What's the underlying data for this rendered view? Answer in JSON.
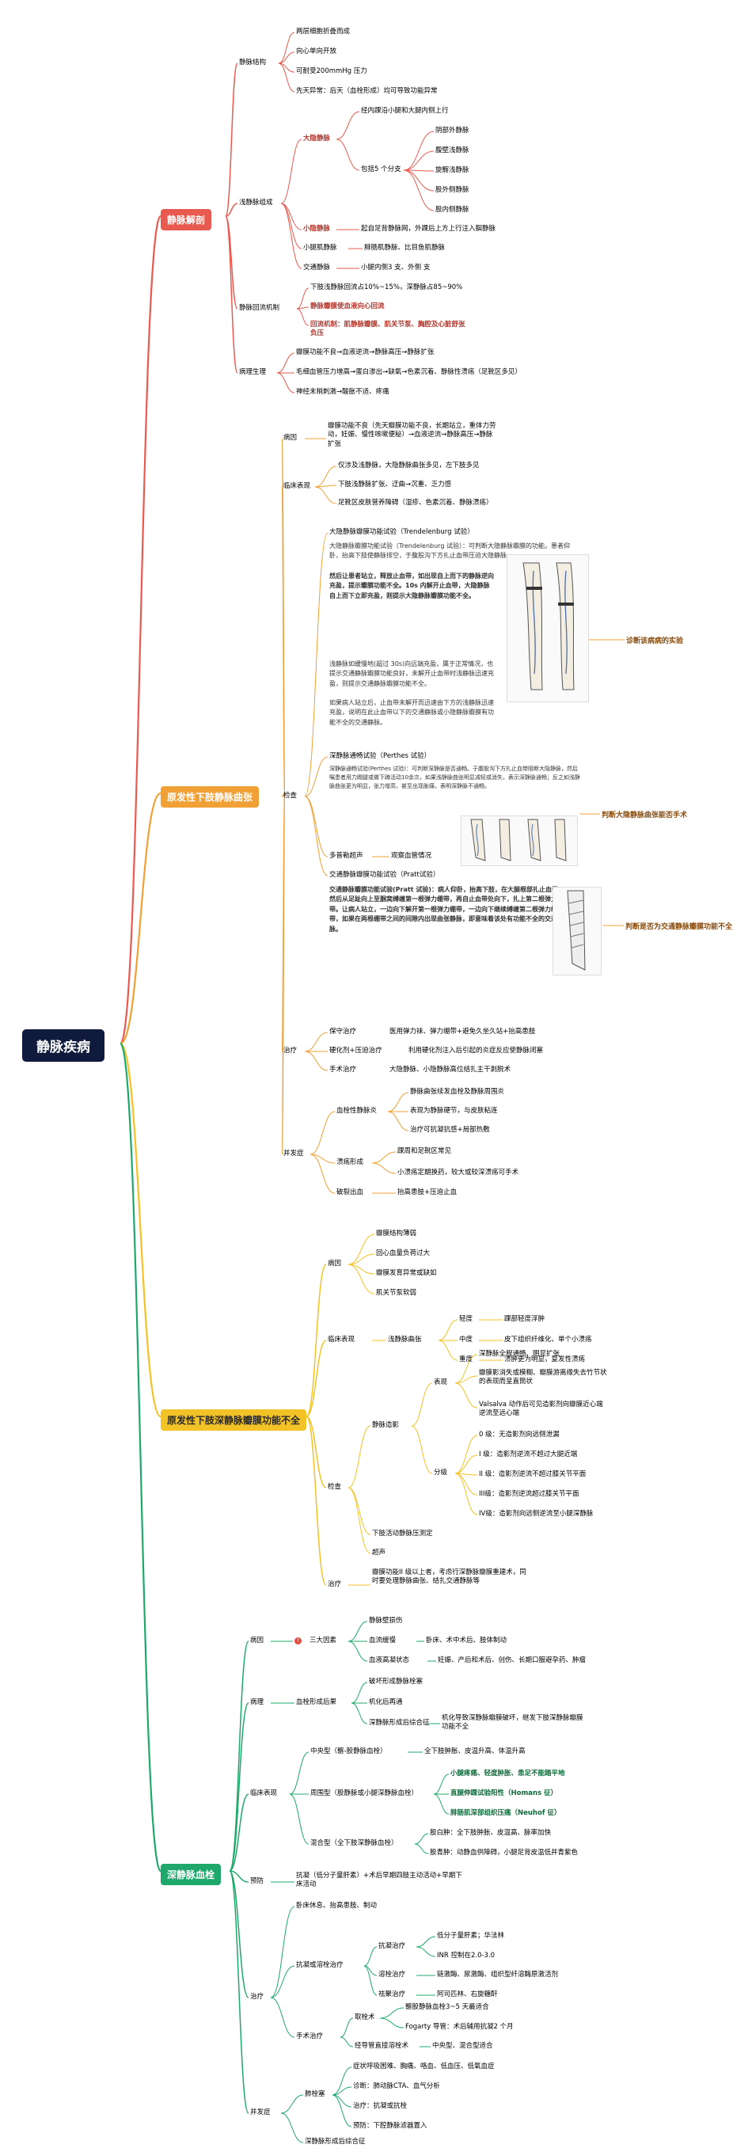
{
  "root": "静脉疾病",
  "colors": {
    "anatomy": "#e85a4f",
    "primary": "#f0a035",
    "valve": "#f3c227",
    "dvt": "#1ea86b"
  },
  "anatomy": {
    "title": "静脉解剖",
    "structure": {
      "label": "静脉结构",
      "items": [
        "两层细胞折叠而成",
        "向心单向开放",
        "可耐受200mmHg 压力",
        "先天异常：后天（血栓形成）均可导致功能异常"
      ]
    },
    "superficial": {
      "label": "浅静脉组成",
      "gsv": {
        "label": "大隐静脉",
        "route": "经内踝沿小腿和大腿内侧上行",
        "branch_label": "包括5 个分支",
        "branches": [
          "阴部外静脉",
          "腹壁浅静脉",
          "旋髂浅静脉",
          "股外侧静脉",
          "股内侧静脉"
        ]
      },
      "ssv": {
        "label": "小隐静脉",
        "desc": "起自足背静脉网，外踝后上方上行注入腘静脉"
      },
      "calf": {
        "label": "小腿肌静脉",
        "desc": "腓肠肌静脉、比目鱼肌静脉"
      },
      "perforator": {
        "label": "交通静脉",
        "desc": "小腿内侧3 支、外侧 支"
      }
    },
    "return": {
      "label": "静脉回流机制",
      "items": [
        "下肢浅静脉回流占10%~15%，深静脉占85~90%",
        "静脉瓣膜使血液向心回流",
        "回流机制：肌静脉瓣膜、肌关节泵、胸腔及心脏舒张负压"
      ]
    },
    "patho": {
      "label": "病理生理",
      "items": [
        "瓣膜功能不良→血液逆流→静脉高压→静脉扩张",
        "毛细血管压力增高→蛋白渗出→缺氧→色素沉着、静脉性溃疡（足靴区多见）",
        "神经末梢刺激→酸胀不适、疼痛"
      ]
    }
  },
  "primary": {
    "title": "原发性下肢静脉曲张",
    "cause": {
      "label": "病因",
      "text": "瓣膜功能不良（先天瓣膜功能不良，长期站立，重体力劳动，妊娠、慢性咳嗽便秘）→血液逆流→静脉高压→静脉扩张"
    },
    "clinical": {
      "label": "临床表现",
      "items": [
        "仅涉及浅静脉，大隐静脉曲张多见，左下肢多见",
        "下肢浅静脉扩张、迂曲→沉重、乏力感",
        "足靴区皮肤营养障碍（湿疹、色素沉着、静脉溃疡）"
      ]
    },
    "exam": {
      "label": "检查",
      "t1_title": "大隐静脉瓣膜功能试验（Trendelenburg 试验）",
      "t1_p1": "大隐静脉瓣膜功能试验（Trendelenburg 试验）：可判断大隐静脉瓣膜的功能。患者仰卧，抬高下肢使静脉排空，于腹股沟下方扎止血带压迫大隐静脉。",
      "t1_p2": "然后让患者站立，释放止血带，如出现自上而下的静脉逆向充盈，提示瓣膜功能不全。10s 内解开止血带，大隐静脉自上而下立即充盈，则提示大隐静脉瓣膜功能不全。",
      "t1_p3": "浅静脉如缓慢地(超过 30s)向远端充盈，属于正常情况，也提示交通静脉瓣膜功能良好，未解开止血带时浅静脉迅速充盈，则提示交通静脉瓣膜功能不全。",
      "t1_p4": "如果病人站立后，止血带未解开而迅速由下方的浅静脉迅速充盈，说明在此止血带以下的交通静脉或小隐静脉瓣膜有功能不全的交通静脉。",
      "t1_tag": "诊断该病病的实验",
      "t2_title": "深静脉通畅试验（Perthes 试验）",
      "t2_p": "深静脉通畅试验(Perthes 试验)：可判断深静脉是否通畅。于腹股沟下方扎止血带阻断大隐静脉，然后嘱患者用力踢腿或做下蹲活动10余次，如果浅静脉曲张明显减轻或消失，表示深静脉通畅；反之如浅静脉曲张更为明显，张力增高，甚至出现胀痛，表明深静脉不通畅。",
      "t2_tag": "判断大隐静脉曲张能否手术",
      "doppler_label": "多普勒超声",
      "doppler_desc": "观察血管情况",
      "t3_title": "交通静脉瓣膜功能试验（Pratt试验）",
      "t3_p": "交通静脉瓣膜功能试验(Pratt 试验)：病人仰卧，抬高下肢，在大腿根部扎止血带，然后从足趾向上至腘窝缚缠第一根弹力绷带，再自止血带处向下，扎上第二根弹力绷带。让病人站立，一边向下解开第一根弹力绷带，一边向下继续缚缠第二根弹力绷带，如果在两根绷带之间的间隙内出现曲张静脉，即意味着该处有功能不全的交通静脉。",
      "t3_tag": "判断是否为交通静脉瓣膜功能不全"
    },
    "treatment": {
      "label": "治疗",
      "items": [
        {
          "k": "保守治疗",
          "v": "医用弹力袜、弹力绷带+避免久坐久站+抬高患肢"
        },
        {
          "k": "硬化剂+压迫治疗",
          "v": "利用硬化剂注入后引起的炎症反应使静脉闭塞"
        },
        {
          "k": "手术治疗",
          "v": "大隐静脉、小隐静脉高位结扎主干剥脱术"
        }
      ]
    },
    "complication": {
      "label": "并发症",
      "thrombo": {
        "label": "血栓性静脉炎",
        "items": [
          "静脉曲张续发血栓及静脉周围炎",
          "表现为静脉硬节，与皮肤粘连",
          "治疗可抗凝抗感+局部热敷"
        ]
      },
      "ulcer": {
        "label": "溃疡形成",
        "items": [
          "踝周和足靴区常见",
          "小溃疡定期换药，较大或较深溃疡可手术"
        ]
      },
      "bleed": {
        "label": "破裂出血",
        "desc": "抬高患肢+压迫止血"
      }
    }
  },
  "valve": {
    "title": "原发性下肢深静脉瓣膜功能不全",
    "cause": {
      "label": "病因",
      "items": [
        "瓣膜结构薄弱",
        "回心血量负荷过大",
        "瓣膜发育异常或缺如",
        "肌关节泵软弱"
      ]
    },
    "clinical": {
      "label": "临床表现",
      "sub": "浅静脉曲张",
      "levels": [
        {
          "k": "轻度",
          "v": "踝部轻度浮肿"
        },
        {
          "k": "中度",
          "v": "皮下组织纤维化、单个小溃疡"
        },
        {
          "k": "重度",
          "v": "溃肿更为明显，复发性溃疡"
        }
      ]
    },
    "exam": {
      "label": "检查",
      "veno_label": "静脉造影",
      "show_label": "表现",
      "shows": [
        "深静脉全程通畅、明显扩张",
        "瓣膜影消失或模糊、瓣膜游离缘失去竹节状的表现而呈直筒状",
        "Valsalva 动作后可见造影剂向瓣膜近心端逆流至远心端"
      ],
      "grade_label": "分级",
      "grades": [
        "0 级：无造影剂向远侧泄漏",
        "I 级：造影剂逆流不超过大腿近端",
        "II 级：造影剂逆流不超过膝关节平面",
        "III级：造影剂逆流超过膝关节平面",
        "IV级：造影剂向远侧逆流至小腿深静脉"
      ],
      "others": [
        "下肢活动静脉压测定",
        "超声"
      ]
    },
    "treatment": {
      "label": "治疗",
      "text": "瓣膜功能II 级以上者，考虑行深静脉瓣膜重建术，同时要处理静脉曲张、结扎交通静脉等"
    }
  },
  "dvt": {
    "title": "深静脉血栓",
    "cause": {
      "label": "病因",
      "head": "三大因素",
      "badge": "!",
      "items": [
        {
          "k": "静脉壁损伤"
        },
        {
          "k": "血流缓慢",
          "v": "卧床、术中术后、肢体制动"
        },
        {
          "k": "血液高凝状态",
          "v": "妊娠、产后和术后、创伤、长期口服避孕药、肿瘤"
        }
      ]
    },
    "patho": {
      "label": "病理",
      "head": "血栓形成后果",
      "items": [
        "破坏形成静脉栓塞",
        "机化后再通",
        "深静脉形成后综合征"
      ],
      "extra": "机化导致深静脉瓣膜破坏，继发下肢深静脉瓣膜功能不全"
    },
    "clinical": {
      "label": "临床表现",
      "central": {
        "k": "中央型（髂-股静脉血栓）",
        "v": "全下肢肿胀、皮温升高、体温升高"
      },
      "peripheral": {
        "k": "周围型（股静脉或小腿深静脉血栓）",
        "items": [
          "小腿疼痛、轻度肿胀、患足不能踏平地",
          "直腿伸踝试验阳性（Homans 征）",
          "腓肠肌深部组织压痛（Neuhof 征）"
        ]
      },
      "mixed": {
        "k": "混合型（全下肢深静脉血栓）",
        "items": [
          "股白肿：全下肢肿胀、皮温高、脉率加快",
          "股青肿：动静血供障碍，小腿足背皮温低并青紫色"
        ]
      }
    },
    "prevent": {
      "label": "预防",
      "text": "抗凝（低分子量肝素）+术后早期四肢主动活动+早期下床活动"
    },
    "treatment": {
      "label": "治疗",
      "rest": "卧床休息、抬高患肢、制动",
      "antic": {
        "label": "抗凝或溶栓治疗",
        "ac": {
          "k": "抗凝治疗",
          "items": [
            "低分子量肝素；华法林",
            "INR 控制在2.0-3.0"
          ]
        },
        "tl": {
          "k": "溶栓治疗",
          "v": "链激酶、尿激酶、组织型纤溶酶原激活剂"
        },
        "ap": {
          "k": "祛聚治疗",
          "v": "阿司匹林、右旋糖酐"
        }
      },
      "surgery": {
        "label": "手术治疗",
        "throm": {
          "k": "取栓术",
          "items": [
            "髂股静脉血栓3~5 天最适合",
            "Fogarty 导管：术后辅用抗凝2 个月"
          ]
        },
        "cdt": {
          "k": "经导管直接溶栓术",
          "v": "中央型、混合型适合"
        }
      }
    },
    "complication": {
      "label": "并发症",
      "pe": {
        "label": "肺栓塞",
        "items": [
          "症状呼吸困难、胸痛、咯血、低血压、低氧血症",
          "诊断：肺动脉CTA、血气分析",
          "治疗：抗凝或抗栓",
          "预防：下腔静脉滤器置入"
        ]
      },
      "pts": "深静脉形成后综合征"
    }
  }
}
